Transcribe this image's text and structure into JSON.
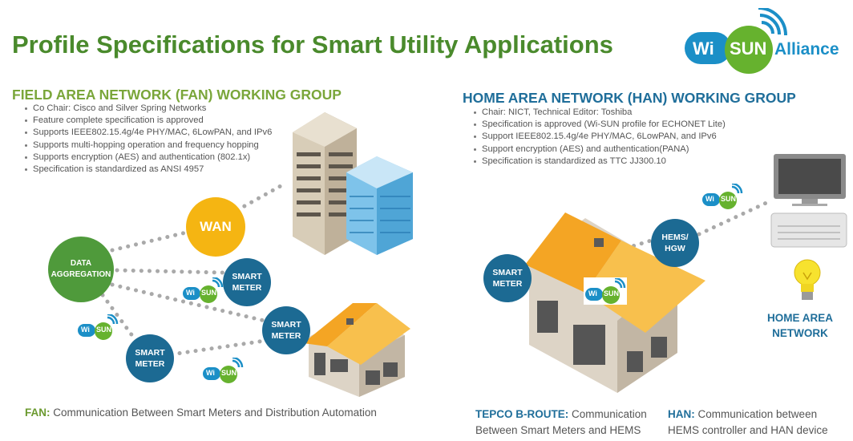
{
  "title": "Profile Specifications for Smart Utility Applications",
  "logo": {
    "wi": "Wi",
    "sun": "SUN",
    "alliance": "Alliance"
  },
  "fan": {
    "heading": "FIELD AREA NETWORK (FAN) WORKING GROUP",
    "bullets": [
      "Co Chair: Cisco and Silver Spring Networks",
      "Feature complete specification is approved",
      "Supports IEEE802.15.4g/4e PHY/MAC, 6LowPAN, and IPv6",
      "Supports multi-hopping operation and frequency hopping",
      "Supports encryption (AES) and authentication (802.1x)",
      "Specification is standardized as ANSI 4957"
    ],
    "nodes": {
      "wan": "WAN",
      "data_aggregation": "DATA\nAGGREGATION",
      "smart_meter": "SMART\nMETER"
    },
    "caption_label": "FAN:",
    "caption_text": " Communication Between Smart Meters and Distribution Automation"
  },
  "han": {
    "heading": "HOME AREA NETWORK (HAN) WORKING GROUP",
    "bullets": [
      "Chair: NICT, Technical Editor: Toshiba",
      "Specification is approved (Wi-SUN profile for ECHONET Lite)",
      "Support IEEE802.15.4g/4e PHY/MAC, 6LowPAN, and IPv6",
      "Support encryption (AES) and authentication(PANA)",
      "Specification is standardized  as TTC JJ300.10"
    ],
    "nodes": {
      "smart_meter": "SMART\nMETER",
      "hems": "HEMS/\nHGW"
    },
    "network_label": "HOME AREA\nNETWORK",
    "tepco_label": "TEPCO B-ROUTE:",
    "tepco_text": " Communication\nBetween Smart Meters and HEMS",
    "han_label": "HAN:",
    "han_text": " Communication between\nHEMS controller and HAN device"
  },
  "badge": {
    "wi": "Wi",
    "sun": "SUN"
  },
  "colors": {
    "green": "#4a8a2c",
    "blue": "#1c6a93",
    "orange": "#f5b512",
    "roof": "#f4a524"
  }
}
